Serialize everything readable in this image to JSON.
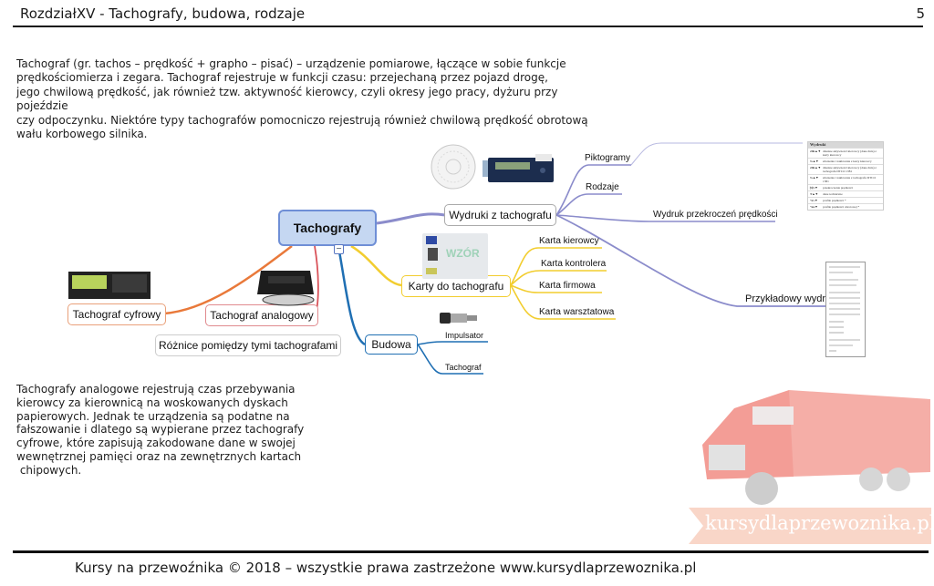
{
  "header": {
    "title": "RozdziałXV - Tachografy, budowa, rodzaje",
    "page_number": "5"
  },
  "intro_text": "Tachograf (gr. tachos – prędkość + grapho – pisać) – urządzenie pomiarowe,  łączące w sobie funkcje prędkościomierza i zegara. Tachograf rejestruje w funkcji czasu: przejechaną przez pojazd drogę, jego chwilową prędkość, jak również tzw. aktywność kierowcy, czyli okresy jego pracy, dyżuru przy pojeździe czy odpoczynku. Niektóre typy tachografów pomocniczo rejestrują również chwilową prędkość obrotową wału korbowego silnika.",
  "intro_lines": [
    "Tachograf (gr. tachos – prędkość + grapho – pisać) – urządzenie pomiarowe,  łączące w sobie funkcje",
    "prędkościomierza i zegara. Tachograf rejestruje w funkcji czasu: przejechaną przez pojazd drogę,",
    "jego chwilową prędkość, jak również tzw. aktywność kierowcy, czyli okresy jego pracy, dyżuru przy pojeździe",
    "czy odpoczynku. Niektóre typy tachografów pomocniczo rejestrują również chwilową prędkość obrotową",
    "wału korbowego silnika."
  ],
  "mindmap": {
    "root": "Tachografy",
    "branches": {
      "printouts": {
        "label": "Wydruki z tachografu",
        "color": "#8b8ccb",
        "children": [
          "Piktogramy",
          "Rodzaje",
          "Wydruk przekroczeń prędkości",
          "Przykładowy wydruk"
        ]
      },
      "cards": {
        "label": "Karty do tachografu",
        "color": "#f2cd2f",
        "children": [
          "Karta kierowcy",
          "Karta kontrolera",
          "Karta firmowa",
          "Karta warsztatowa"
        ]
      },
      "structure": {
        "label": "Budowa",
        "color": "#1f6fb3",
        "children": [
          "Impulsator",
          "Tachograf"
        ]
      },
      "digital": {
        "label": "Tachograf cyfrowy",
        "color": "#e9793a"
      },
      "analog": {
        "label": "Tachograf analogowy",
        "color": "#d9535a"
      },
      "differences": {
        "label": "Różnice pomiędzy tymi tachografami",
        "color": "#bbbbbb"
      }
    },
    "pictogram_table": {
      "header": "Wydruki",
      "rows": [
        [
          "24h▲▼",
          "dzienne aktywności kierowcy (dane dnia) z karty kierowcy"
        ],
        [
          "!x▲▼",
          "zdarzenia i zakłócenia z karty kierowcy"
        ],
        [
          "24h▲▼",
          "dzienne aktywności kierowcy (dane dnia) z tachografu DTCO 1381"
        ],
        [
          "!x▲▼",
          "zdarzenia i zakłócenia z tachografu DTCO 1381"
        ],
        [
          "▷▷▼",
          "przekroczenia prędkości"
        ],
        [
          "T▲▼",
          "dane techniczne"
        ],
        [
          "%v▼",
          "profile prędkości *"
        ],
        [
          "%n▼",
          "profile prędkości obrotowej *"
        ]
      ]
    }
  },
  "note_lines": [
    "Tachografy analogowe rejestrują czas przebywania",
    "kierowcy za kierownicą na woskowanych dyskach",
    "papierowych. Jednak te urządzenia są podatne na",
    "fałszowanie i dlatego są wypierane przez tachografy",
    "cyfrowe, które zapisują zakodowane dane w swojej",
    "wewnętrznej pamięci oraz na zewnętrznych kartach",
    " chipowych."
  ],
  "watermark": "kursydlaprzewoznika.pl",
  "footer": "Kursy na przewoźnika © 2018 – wszystkie prawa zastrzeżone www.kursydlaprzewoznika.pl",
  "colors": {
    "root_fill": "#c5d7f2",
    "root_border": "#6f8fd6",
    "watermark_banner": "#f6c7b3",
    "truck": "#f08a80"
  }
}
